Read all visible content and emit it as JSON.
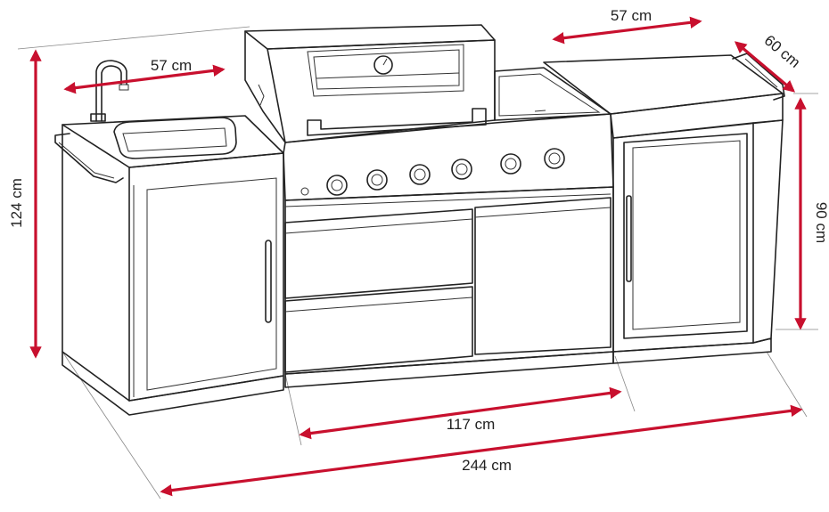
{
  "colors": {
    "dimension": "#c8102e",
    "outline": "#222222"
  },
  "dimensions": {
    "total_width": "244 cm",
    "grill_cabinet_width": "117 cm",
    "sink_counter_width": "57 cm",
    "fridge_counter_width": "57 cm",
    "depth": "60 cm",
    "total_height": "124 cm",
    "counter_height": "90 cm"
  }
}
